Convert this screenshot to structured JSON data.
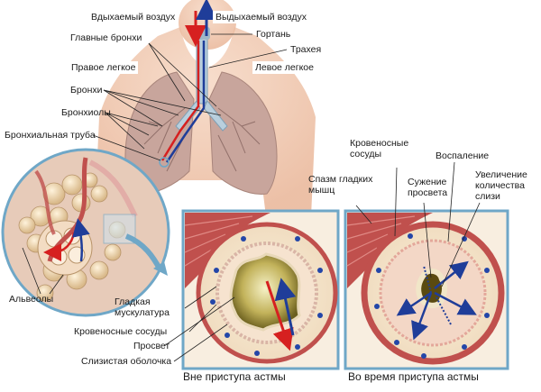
{
  "labels": {
    "inhaled_air": "Вдыхаемый воздух",
    "exhaled_air": "Выдыхаемый воздух",
    "main_bronchi": "Главные бронхи",
    "larynx": "Гортань",
    "trachea": "Трахея",
    "right_lung": "Правое легкое",
    "left_lung": "Левое легкое",
    "bronchi": "Бронхи",
    "bronchioles": "Бронхиолы",
    "bronchial_tube": "Бронхиальная труба",
    "alveoli": "Альвеолы",
    "blood_vessels_top": "Кровеносные сосуды",
    "inflammation": "Воспаление",
    "smooth_muscle_spasm": "Спазм гладких мышц",
    "narrowing_lumen": "Сужение просвета",
    "mucus_increase": "Увеличение количества слизи",
    "smooth_muscle": "Гладкая мускулатура",
    "blood_vessels": "Кровеносные сосуды",
    "lumen": "Просвет",
    "mucosa": "Слизистая оболочка"
  },
  "captions": {
    "normal": "Вне приступа астмы",
    "attack": "Во время приступа астмы"
  },
  "colors": {
    "skin": "#f2c9b0",
    "lung": "#c9aaa3",
    "airway": "#c9d8e3",
    "muscle": "#c0504d",
    "panel_border": "#6fa7c7",
    "inhale_arrow": "#d62020",
    "exhale_arrow": "#1f3d99"
  }
}
